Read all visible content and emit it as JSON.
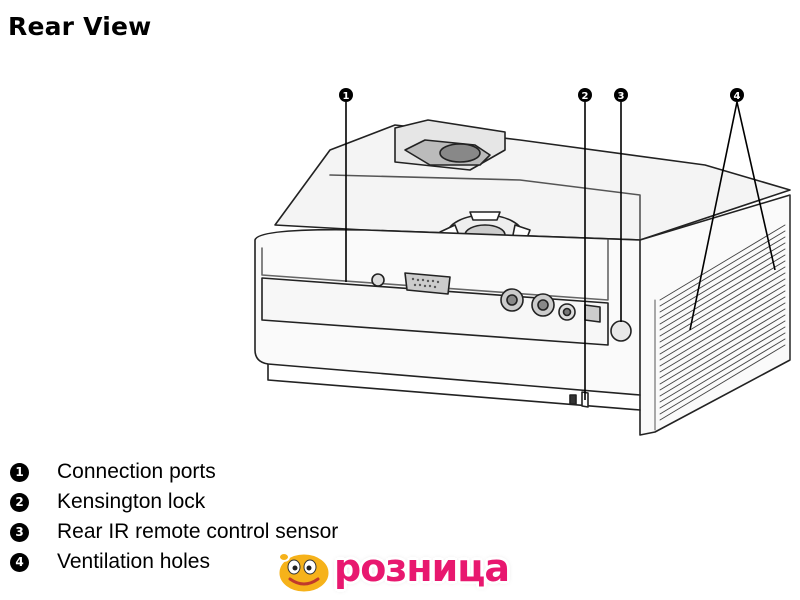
{
  "title": "Rear View",
  "callouts": [
    {
      "num": "1"
    },
    {
      "num": "2"
    },
    {
      "num": "3"
    },
    {
      "num": "4"
    }
  ],
  "legend": [
    {
      "num": "1",
      "label": "Connection ports"
    },
    {
      "num": "2",
      "label": "Kensington lock"
    },
    {
      "num": "3",
      "label": "Rear IR remote control sensor"
    },
    {
      "num": "4",
      "label": "Ventilation holes"
    }
  ],
  "watermark": {
    "text": "розница"
  }
}
